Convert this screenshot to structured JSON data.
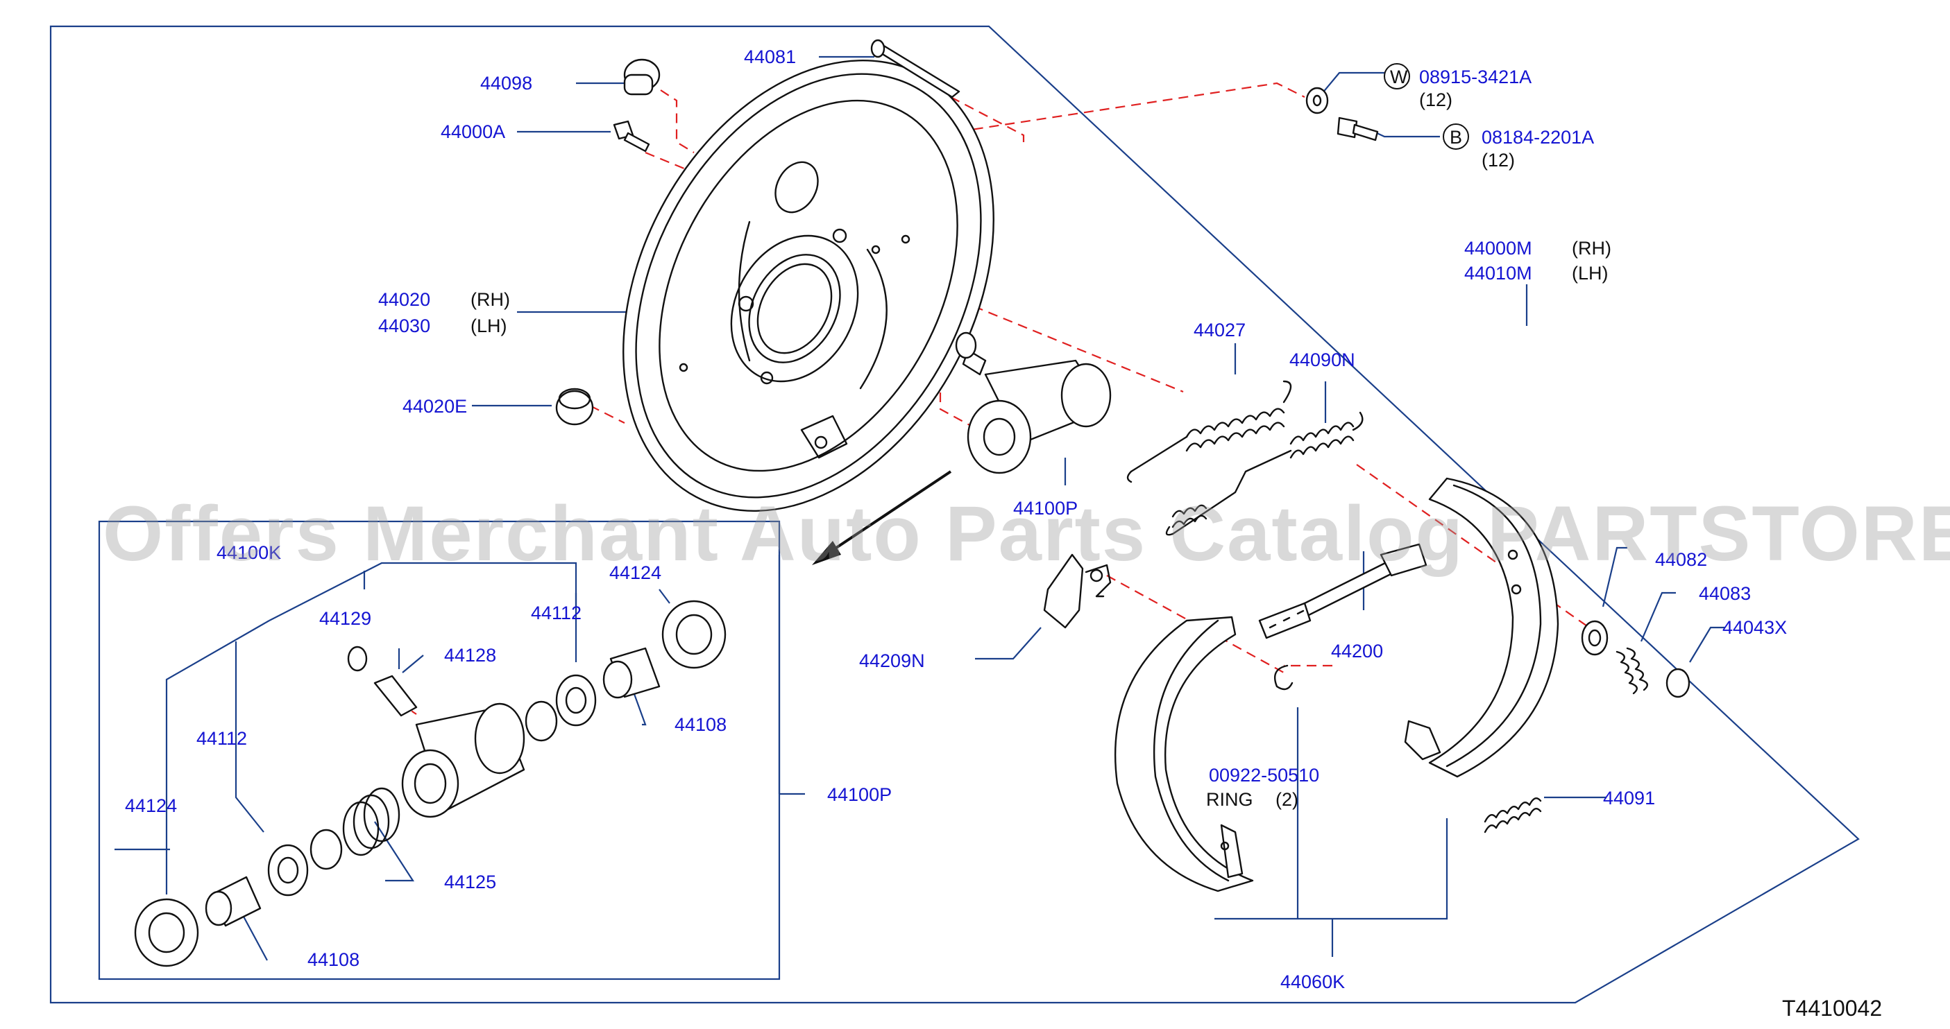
{
  "labels": {
    "p44081": "44081",
    "p44098": "44098",
    "p44000A": "44000A",
    "w_part": "08915-3421A",
    "w_qty": "(12)",
    "b_part": "08184-2201A",
    "b_qty": "(12)",
    "w_symbol": "W",
    "b_symbol": "B",
    "p44000M": "44000M",
    "p44000M_side": "(RH)",
    "p44010M": "44010M",
    "p44010M_side": "(LH)",
    "p44020": "44020",
    "p44020_side": "(RH)",
    "p44030": "44030",
    "p44030_side": "(LH)",
    "p44020E": "44020E",
    "p44027": "44027",
    "p44090N": "44090N",
    "p44100P_top": "44100P",
    "p44100K": "44100K",
    "p44129": "44129",
    "p44112_top": "44112",
    "p44124_top": "44124",
    "p44128": "44128",
    "p44108_top": "44108",
    "p44112_left": "44112",
    "p44124_left": "44124",
    "p44125": "44125",
    "p44108_bottom": "44108",
    "p44100P_right": "44100P",
    "p44209N": "44209N",
    "p44200": "44200",
    "p44082": "44082",
    "p44083": "44083",
    "p44043X": "44043X",
    "p00922": "00922-50510",
    "ring": "RING",
    "ring_qty": "(2)",
    "p44091": "44091",
    "p44060K": "44060K"
  },
  "watermark": "Offers Merchant Auto Parts Catalog PARTSTORE.SA",
  "diagram_code": "T4410042",
  "colors": {
    "part_number": "#1414d2",
    "frame_line": "#1a3f8a",
    "dashed_line": "#e02020",
    "watermark": "#9a9a9a"
  }
}
